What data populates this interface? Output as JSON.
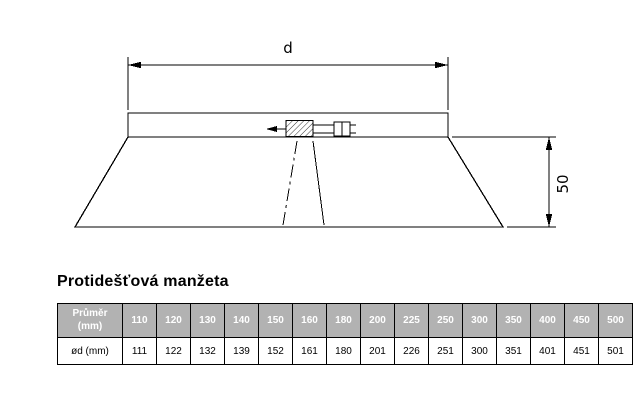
{
  "drawing": {
    "dim_width_label": "d",
    "dim_height_label": "50"
  },
  "title": "Protidešťová manžeta",
  "table": {
    "header_label": "Průměr\n(mm)",
    "row_label": "ød (mm)",
    "diameters": [
      "110",
      "120",
      "130",
      "140",
      "150",
      "160",
      "180",
      "200",
      "225",
      "250",
      "300",
      "350",
      "400",
      "450",
      "500"
    ],
    "values": [
      "111",
      "122",
      "132",
      "139",
      "152",
      "161",
      "180",
      "201",
      "226",
      "251",
      "300",
      "351",
      "401",
      "451",
      "501"
    ]
  }
}
